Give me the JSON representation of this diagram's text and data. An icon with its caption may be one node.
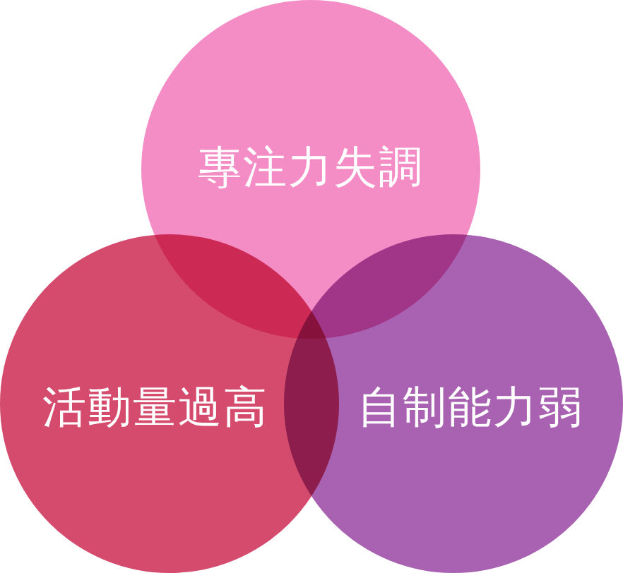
{
  "diagram": {
    "nodes": [
      {
        "text": [
          "專注力失調"
        ]
      },
      {
        "text": [
          "活動量過高"
        ]
      },
      {
        "text": [
          "自制能力弱"
        ]
      }
    ]
  }
}
